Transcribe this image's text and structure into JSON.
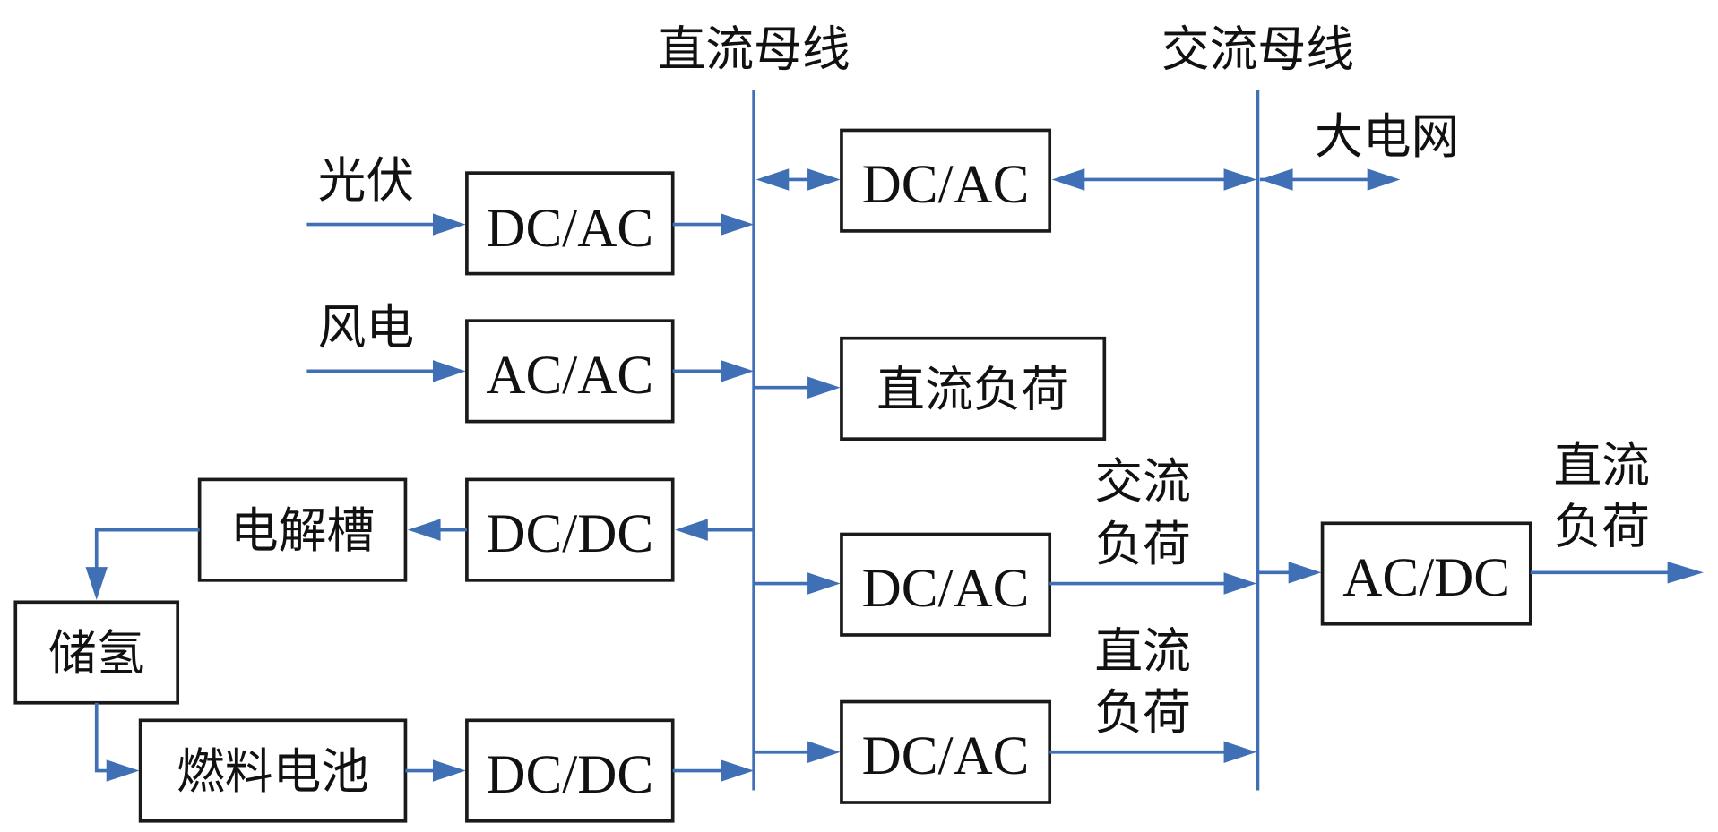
{
  "buses": {
    "dc": "直流母线",
    "ac": "交流母线"
  },
  "sources": {
    "pv": "光伏",
    "wind": "风电",
    "grid": "大电网"
  },
  "blocks": {
    "pv_conv": "DC/AC",
    "wind_conv": "AC/AC",
    "elec_conv": "DC/DC",
    "fc_conv": "DC/DC",
    "electrolyzer": "电解槽",
    "h2_storage": "储氢",
    "fuel_cell": "燃料电池",
    "grid_conv": "DC/AC",
    "dc_load": "直流负荷",
    "ac_load_conv": "DC/AC",
    "dc_load_conv2": "DC/AC",
    "acdc": "AC/DC"
  },
  "labels": {
    "ac_load_1": "交流",
    "ac_load_2": "负荷",
    "dc_load_a1": "直流",
    "dc_load_a2": "负荷",
    "dc_load_b1": "直流",
    "dc_load_b2": "负荷"
  },
  "colors": {
    "line": "#3f6fb5",
    "box": "#1a1a1a"
  }
}
